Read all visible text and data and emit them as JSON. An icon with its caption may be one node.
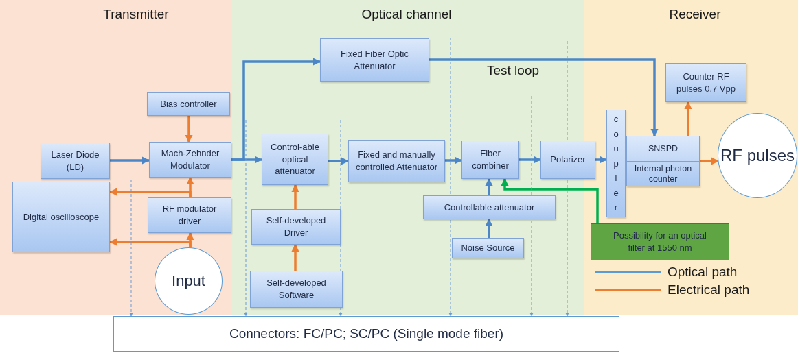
{
  "diagram": {
    "nodes": [
      {
        "text": [
          "Transmitter"
        ]
      },
      {
        "text": [
          "Optical channel"
        ]
      },
      {
        "text": [
          "Receiver"
        ]
      },
      {
        "text": [
          "Bias controller"
        ],
        "in": 0
      },
      {
        "text": [
          "Laser Diode (LD)"
        ],
        "in": 0
      },
      {
        "text": [
          "Mach-Zehnder Modulator"
        ],
        "in": 0
      },
      {
        "text": [
          "Digital oscilloscope"
        ],
        "in": 0
      },
      {
        "text": [
          "RF modulator driver"
        ],
        "in": 0
      },
      {
        "text": [
          "Input"
        ],
        "in": 0
      },
      {
        "text": [
          "Fixed Fiber Optic Attenuator"
        ],
        "in": 1
      },
      {
        "text": [
          "Control-able optical attenuator"
        ],
        "in": 1
      },
      {
        "text": [
          "Fixed and manually controlled Attenuator"
        ],
        "in": 1
      },
      {
        "text": [
          "Fiber combiner"
        ],
        "in": 1
      },
      {
        "text": [
          "Self-developed Driver"
        ],
        "in": 1
      },
      {
        "text": [
          "Self-developed Software"
        ],
        "in": 1
      },
      {
        "text": [
          "Controllable attenuator"
        ],
        "in": 1
      },
      {
        "text": [
          "Noise Source"
        ],
        "in": 1
      },
      {
        "text": [
          "Polarizer"
        ]
      },
      {
        "text": [
          "coupler"
        ],
        "in": 2
      },
      {
        "text": [
          "SNSPD",
          "Internal photon counter"
        ],
        "in": 2
      },
      {
        "text": [
          "Counter RF pulses 0.7 Vpp"
        ],
        "in": 2
      },
      {
        "text": [
          "RF pulses"
        ],
        "in": 2
      },
      {
        "text": [
          "Possibility for an optical filter at 1550 nm"
        ],
        "in": 2
      },
      {
        "text": [
          "Connectors: FC/PC; SC/PC (Single mode fiber)"
        ]
      }
    ],
    "edges": [
      {
        "from": 4,
        "to": 5,
        "arrow": "to"
      },
      {
        "from": 3,
        "to": 5,
        "arrow": "to",
        "color": "#ed7d31"
      },
      {
        "from": 7,
        "to": 5,
        "arrow": "to",
        "color": "#ed7d31"
      },
      {
        "from": 7,
        "to": 6,
        "arrow": "to",
        "color": "#ed7d31"
      },
      {
        "from": 8,
        "to": 7,
        "arrow": "to",
        "color": "#ed7d31"
      },
      {
        "from": 8,
        "to": 6,
        "arrow": "to",
        "color": "#ed7d31"
      },
      {
        "from": 5,
        "to": 10,
        "arrow": "to"
      },
      {
        "from": 5,
        "to": 9,
        "arrow": "to"
      },
      {
        "from": 10,
        "to": 11,
        "arrow": "to"
      },
      {
        "from": 11,
        "to": 12,
        "arrow": "to"
      },
      {
        "from": 12,
        "to": 17,
        "arrow": "to"
      },
      {
        "from": 17,
        "to": 18,
        "arrow": "to"
      },
      {
        "from": 9,
        "to": 19,
        "arrow": "to"
      },
      {
        "from": 13,
        "to": 10,
        "arrow": "to",
        "color": "#ed7d31"
      },
      {
        "from": 14,
        "to": 13,
        "arrow": "to",
        "color": "#ed7d31"
      },
      {
        "from": 16,
        "to": 15,
        "arrow": "to"
      },
      {
        "from": 15,
        "to": 12,
        "arrow": "to"
      },
      {
        "from": 22,
        "to": 12,
        "arrow": "to",
        "color": "#00b050"
      },
      {
        "from": 19,
        "to": 20,
        "arrow": "to",
        "color": "#ed7d31"
      },
      {
        "from": 19,
        "to": 21,
        "arrow": "to",
        "color": "#ed7d31"
      },
      {
        "from": null,
        "to": 23,
        "arrow": "to",
        "style": "dashed"
      },
      {
        "from": null,
        "to": 23,
        "arrow": "to",
        "style": "dashed"
      },
      {
        "from": null,
        "to": 23,
        "arrow": "to",
        "style": "dashed"
      },
      {
        "from": null,
        "to": 23,
        "arrow": "to",
        "style": "dashed"
      },
      {
        "from": null,
        "to": 23,
        "arrow": "to",
        "style": "dashed"
      },
      {
        "from": null,
        "to": 23,
        "arrow": "to",
        "style": "dashed"
      }
    ],
    "labels": [
      "Test loop"
    ],
    "legend": [
      {
        "text": "Optical path"
      },
      {
        "text": "Electrical path"
      }
    ]
  }
}
